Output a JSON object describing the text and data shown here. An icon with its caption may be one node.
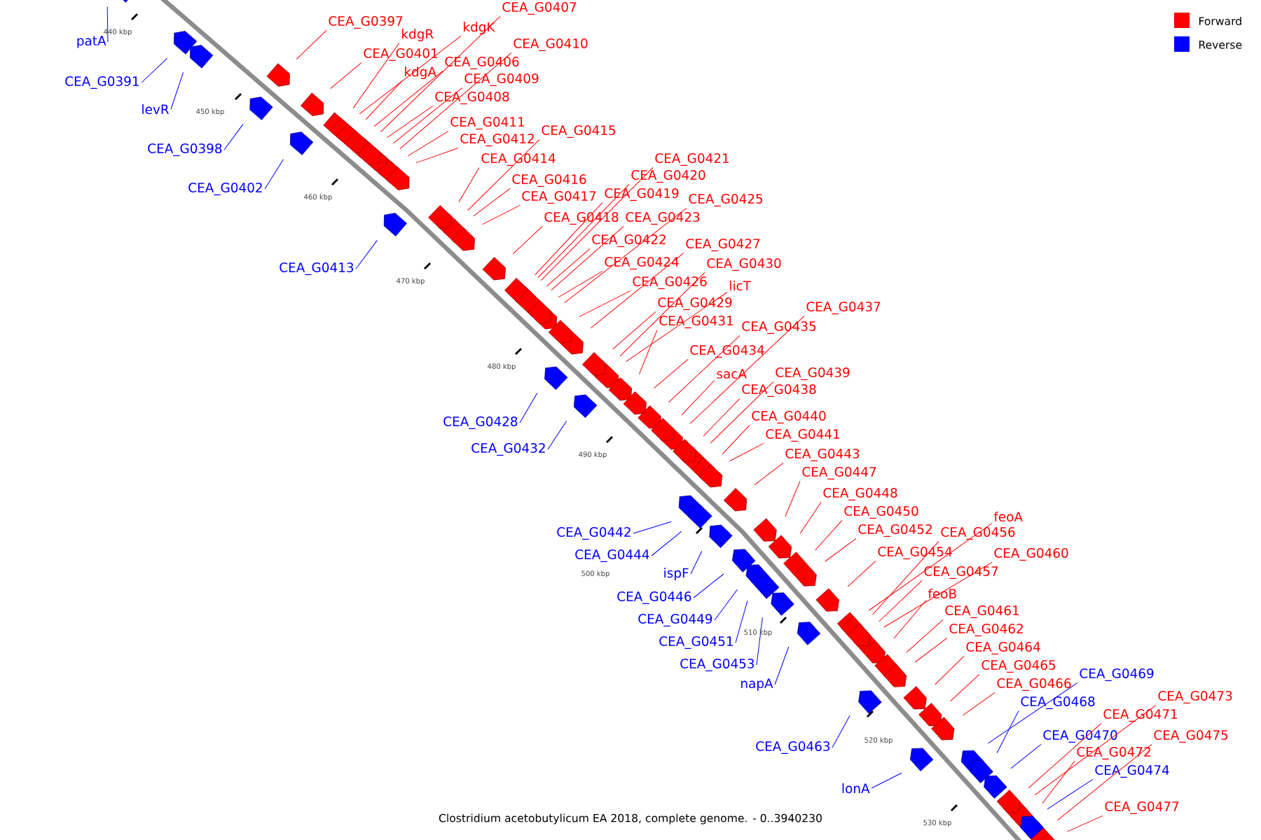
{
  "diagram": {
    "caption": "Clostridium acetobutylicum EA 2018, complete genome. - 0..3940230",
    "nodes": [
      {
        "text": [
          "CEA_G0397"
        ]
      },
      {
        "text": [
          "kdgR"
        ]
      },
      {
        "text": [
          "kdgK"
        ]
      },
      {
        "text": [
          "CEA_G0407"
        ]
      },
      {
        "text": [
          "CEA_G0401"
        ]
      },
      {
        "text": [
          "CEA_G0410"
        ]
      },
      {
        "text": [
          "kdgA"
        ]
      },
      {
        "text": [
          "CEA_G0406"
        ]
      },
      {
        "text": [
          "CEA_G0409"
        ]
      },
      {
        "text": [
          "CEA_G0408"
        ]
      },
      {
        "text": [
          "CEA_G0411"
        ]
      },
      {
        "text": [
          "CEA_G0412"
        ]
      },
      {
        "text": [
          "CEA_G0415"
        ]
      },
      {
        "text": [
          "CEA_G0414"
        ]
      },
      {
        "text": [
          "CEA_G0416"
        ]
      },
      {
        "text": [
          "CEA_G0417"
        ]
      },
      {
        "text": [
          "CEA_G0421"
        ]
      },
      {
        "text": [
          "CEA_G0420"
        ]
      },
      {
        "text": [
          "CEA_G0419"
        ]
      },
      {
        "text": [
          "CEA_G0425"
        ]
      },
      {
        "text": [
          "CEA_G0418"
        ]
      },
      {
        "text": [
          "CEA_G0423"
        ]
      },
      {
        "text": [
          "CEA_G0422"
        ]
      },
      {
        "text": [
          "CEA_G0427"
        ]
      },
      {
        "text": [
          "CEA_G0424"
        ]
      },
      {
        "text": [
          "CEA_G0430"
        ]
      },
      {
        "text": [
          "CEA_G0426"
        ]
      },
      {
        "text": [
          "licT"
        ]
      },
      {
        "text": [
          "CEA_G0429"
        ]
      },
      {
        "text": [
          "CEA_G0431"
        ]
      },
      {
        "text": [
          "CEA_G0437"
        ]
      },
      {
        "text": [
          "CEA_G0435"
        ]
      },
      {
        "text": [
          "CEA_G0434"
        ]
      },
      {
        "text": [
          "sacA"
        ]
      },
      {
        "text": [
          "CEA_G0439"
        ]
      },
      {
        "text": [
          "CEA_G0438"
        ]
      },
      {
        "text": [
          "CEA_G0440"
        ]
      },
      {
        "text": [
          "CEA_G0441"
        ]
      },
      {
        "text": [
          "CEA_G0443"
        ]
      },
      {
        "text": [
          "CEA_G0447"
        ]
      },
      {
        "text": [
          "CEA_G0448"
        ]
      },
      {
        "text": [
          "CEA_G0450"
        ]
      },
      {
        "text": [
          "CEA_G0452"
        ]
      },
      {
        "text": [
          "feoA"
        ]
      },
      {
        "text": [
          "CEA_G0456"
        ]
      },
      {
        "text": [
          "CEA_G0454"
        ]
      },
      {
        "text": [
          "CEA_G0460"
        ]
      },
      {
        "text": [
          "CEA_G0457"
        ]
      },
      {
        "text": [
          "feoB"
        ]
      },
      {
        "text": [
          "CEA_G0461"
        ]
      },
      {
        "text": [
          "CEA_G0462"
        ]
      },
      {
        "text": [
          "CEA_G0464"
        ]
      },
      {
        "text": [
          "CEA_G0465"
        ]
      },
      {
        "text": [
          "CEA_G0466"
        ]
      },
      {
        "text": [
          "CEA_G0473"
        ]
      },
      {
        "text": [
          "CEA_G0471"
        ]
      },
      {
        "text": [
          "CEA_G0475"
        ]
      },
      {
        "text": [
          "CEA_G0472"
        ]
      },
      {
        "text": [
          "CEA_G0477"
        ]
      },
      {
        "text": [
          "patA"
        ]
      },
      {
        "text": [
          "CEA_G0391"
        ]
      },
      {
        "text": [
          "levR"
        ]
      },
      {
        "text": [
          "CEA_G0398"
        ]
      },
      {
        "text": [
          "CEA_G0402"
        ]
      },
      {
        "text": [
          "CEA_G0413"
        ]
      },
      {
        "text": [
          "CEA_G0428"
        ]
      },
      {
        "text": [
          "CEA_G0432"
        ]
      },
      {
        "text": [
          "CEA_G0442"
        ]
      },
      {
        "text": [
          "CEA_G0444"
        ]
      },
      {
        "text": [
          "ispF"
        ]
      },
      {
        "text": [
          "CEA_G0446"
        ]
      },
      {
        "text": [
          "CEA_G0449"
        ]
      },
      {
        "text": [
          "CEA_G0451"
        ]
      },
      {
        "text": [
          "CEA_G0453"
        ]
      },
      {
        "text": [
          "napA"
        ]
      },
      {
        "text": [
          "CEA_G0469"
        ]
      },
      {
        "text": [
          "CEA_G0468"
        ]
      },
      {
        "text": [
          "CEA_G0470"
        ]
      },
      {
        "text": [
          "CEA_G0463"
        ]
      },
      {
        "text": [
          "CEA_G0474"
        ]
      },
      {
        "text": [
          "lonA"
        ]
      }
    ],
    "edges": [
      {
        "from": 0,
        "to": null,
        "arrow": "none"
      },
      {
        "from": 1,
        "to": null,
        "arrow": "none"
      },
      {
        "from": 2,
        "to": null,
        "arrow": "none"
      },
      {
        "from": 3,
        "to": null,
        "arrow": "none"
      },
      {
        "from": 4,
        "to": null,
        "arrow": "none"
      },
      {
        "from": 5,
        "to": null,
        "arrow": "none"
      },
      {
        "from": 6,
        "to": null,
        "arrow": "none"
      },
      {
        "from": 7,
        "to": null,
        "arrow": "none"
      },
      {
        "from": 8,
        "to": null,
        "arrow": "none"
      },
      {
        "from": 9,
        "to": null,
        "arrow": "none"
      },
      {
        "from": 10,
        "to": null,
        "arrow": "none"
      },
      {
        "from": 11,
        "to": null,
        "arrow": "none"
      },
      {
        "from": 12,
        "to": null,
        "arrow": "none"
      },
      {
        "from": 13,
        "to": null,
        "arrow": "none"
      },
      {
        "from": 14,
        "to": null,
        "arrow": "none"
      },
      {
        "from": 15,
        "to": null,
        "arrow": "none"
      },
      {
        "from": 16,
        "to": null,
        "arrow": "none"
      },
      {
        "from": 17,
        "to": null,
        "arrow": "none"
      },
      {
        "from": 18,
        "to": null,
        "arrow": "none"
      },
      {
        "from": 19,
        "to": null,
        "arrow": "none"
      },
      {
        "from": 20,
        "to": null,
        "arrow": "none"
      },
      {
        "from": 21,
        "to": null,
        "arrow": "none"
      },
      {
        "from": 22,
        "to": null,
        "arrow": "none"
      },
      {
        "from": 23,
        "to": null,
        "arrow": "none"
      },
      {
        "from": 24,
        "to": null,
        "arrow": "none"
      },
      {
        "from": 25,
        "to": null,
        "arrow": "none"
      },
      {
        "from": 26,
        "to": null,
        "arrow": "none"
      },
      {
        "from": 27,
        "to": null,
        "arrow": "none"
      },
      {
        "from": 28,
        "to": null,
        "arrow": "none"
      },
      {
        "from": 29,
        "to": null,
        "arrow": "none"
      },
      {
        "from": 30,
        "to": null,
        "arrow": "none"
      },
      {
        "from": 31,
        "to": null,
        "arrow": "none"
      },
      {
        "from": 32,
        "to": null,
        "arrow": "none"
      },
      {
        "from": 33,
        "to": null,
        "arrow": "none"
      },
      {
        "from": 34,
        "to": null,
        "arrow": "none"
      },
      {
        "from": 35,
        "to": null,
        "arrow": "none"
      },
      {
        "from": 36,
        "to": null,
        "arrow": "none"
      },
      {
        "from": 37,
        "to": null,
        "arrow": "none"
      },
      {
        "from": 38,
        "to": null,
        "arrow": "none"
      },
      {
        "from": 39,
        "to": null,
        "arrow": "none"
      },
      {
        "from": 40,
        "to": null,
        "arrow": "none"
      },
      {
        "from": 41,
        "to": null,
        "arrow": "none"
      },
      {
        "from": 42,
        "to": null,
        "arrow": "none"
      },
      {
        "from": 43,
        "to": null,
        "arrow": "none"
      },
      {
        "from": 44,
        "to": null,
        "arrow": "none"
      },
      {
        "from": 45,
        "to": null,
        "arrow": "none"
      },
      {
        "from": 46,
        "to": null,
        "arrow": "none"
      },
      {
        "from": 47,
        "to": null,
        "arrow": "none"
      },
      {
        "from": 48,
        "to": null,
        "arrow": "none"
      },
      {
        "from": 49,
        "to": null,
        "arrow": "none"
      },
      {
        "from": 50,
        "to": null,
        "arrow": "none"
      },
      {
        "from": 51,
        "to": null,
        "arrow": "none"
      },
      {
        "from": 52,
        "to": null,
        "arrow": "none"
      },
      {
        "from": 53,
        "to": null,
        "arrow": "none"
      },
      {
        "from": 54,
        "to": null,
        "arrow": "none"
      },
      {
        "from": 55,
        "to": null,
        "arrow": "none"
      },
      {
        "from": 56,
        "to": null,
        "arrow": "none"
      },
      {
        "from": 57,
        "to": null,
        "arrow": "none"
      },
      {
        "from": 58,
        "to": null,
        "arrow": "none"
      },
      {
        "from": 59,
        "to": null,
        "arrow": "none",
        "color": "#0000ff"
      },
      {
        "from": 60,
        "to": null,
        "arrow": "none",
        "color": "#0000ff"
      },
      {
        "from": 61,
        "to": null,
        "arrow": "none",
        "color": "#0000ff"
      },
      {
        "from": 62,
        "to": null,
        "arrow": "none",
        "color": "#0000ff"
      },
      {
        "from": 63,
        "to": null,
        "arrow": "none",
        "color": "#0000ff"
      },
      {
        "from": 64,
        "to": null,
        "arrow": "none",
        "color": "#0000ff"
      },
      {
        "from": 65,
        "to": null,
        "arrow": "none",
        "color": "#0000ff"
      },
      {
        "from": 66,
        "to": null,
        "arrow": "none",
        "color": "#0000ff"
      },
      {
        "from": 67,
        "to": null,
        "arrow": "none",
        "color": "#0000ff"
      },
      {
        "from": 68,
        "to": null,
        "arrow": "none",
        "color": "#0000ff"
      },
      {
        "from": 69,
        "to": null,
        "arrow": "none",
        "color": "#0000ff"
      },
      {
        "from": 70,
        "to": null,
        "arrow": "none",
        "color": "#0000ff"
      },
      {
        "from": 71,
        "to": null,
        "arrow": "none",
        "color": "#0000ff"
      },
      {
        "from": 72,
        "to": null,
        "arrow": "none",
        "color": "#0000ff"
      },
      {
        "from": 73,
        "to": null,
        "arrow": "none",
        "color": "#0000ff"
      },
      {
        "from": 74,
        "to": null,
        "arrow": "none",
        "color": "#0000ff"
      },
      {
        "from": 75,
        "to": null,
        "arrow": "none",
        "color": "#0000ff"
      },
      {
        "from": 76,
        "to": null,
        "arrow": "none",
        "color": "#0000ff"
      },
      {
        "from": 77,
        "to": null,
        "arrow": "none",
        "color": "#0000ff"
      },
      {
        "from": 78,
        "to": null,
        "arrow": "none",
        "color": "#0000ff"
      },
      {
        "from": 79,
        "to": null,
        "arrow": "none",
        "color": "#0000ff"
      },
      {
        "from": 80,
        "to": null,
        "arrow": "none",
        "color": "#0000ff"
      }
    ],
    "labels": [
      "440 kbp",
      "450 kbp",
      "460 kbp",
      "470 kbp",
      "480 kbp",
      "490 kbp",
      "500 kbp",
      "510 kbp",
      "520 kbp",
      "530 kbp"
    ],
    "legend": [
      {
        "text": "Forward",
        "color": "#ff0000"
      },
      {
        "text": "Reverse",
        "color": "#0000ff"
      }
    ]
  }
}
